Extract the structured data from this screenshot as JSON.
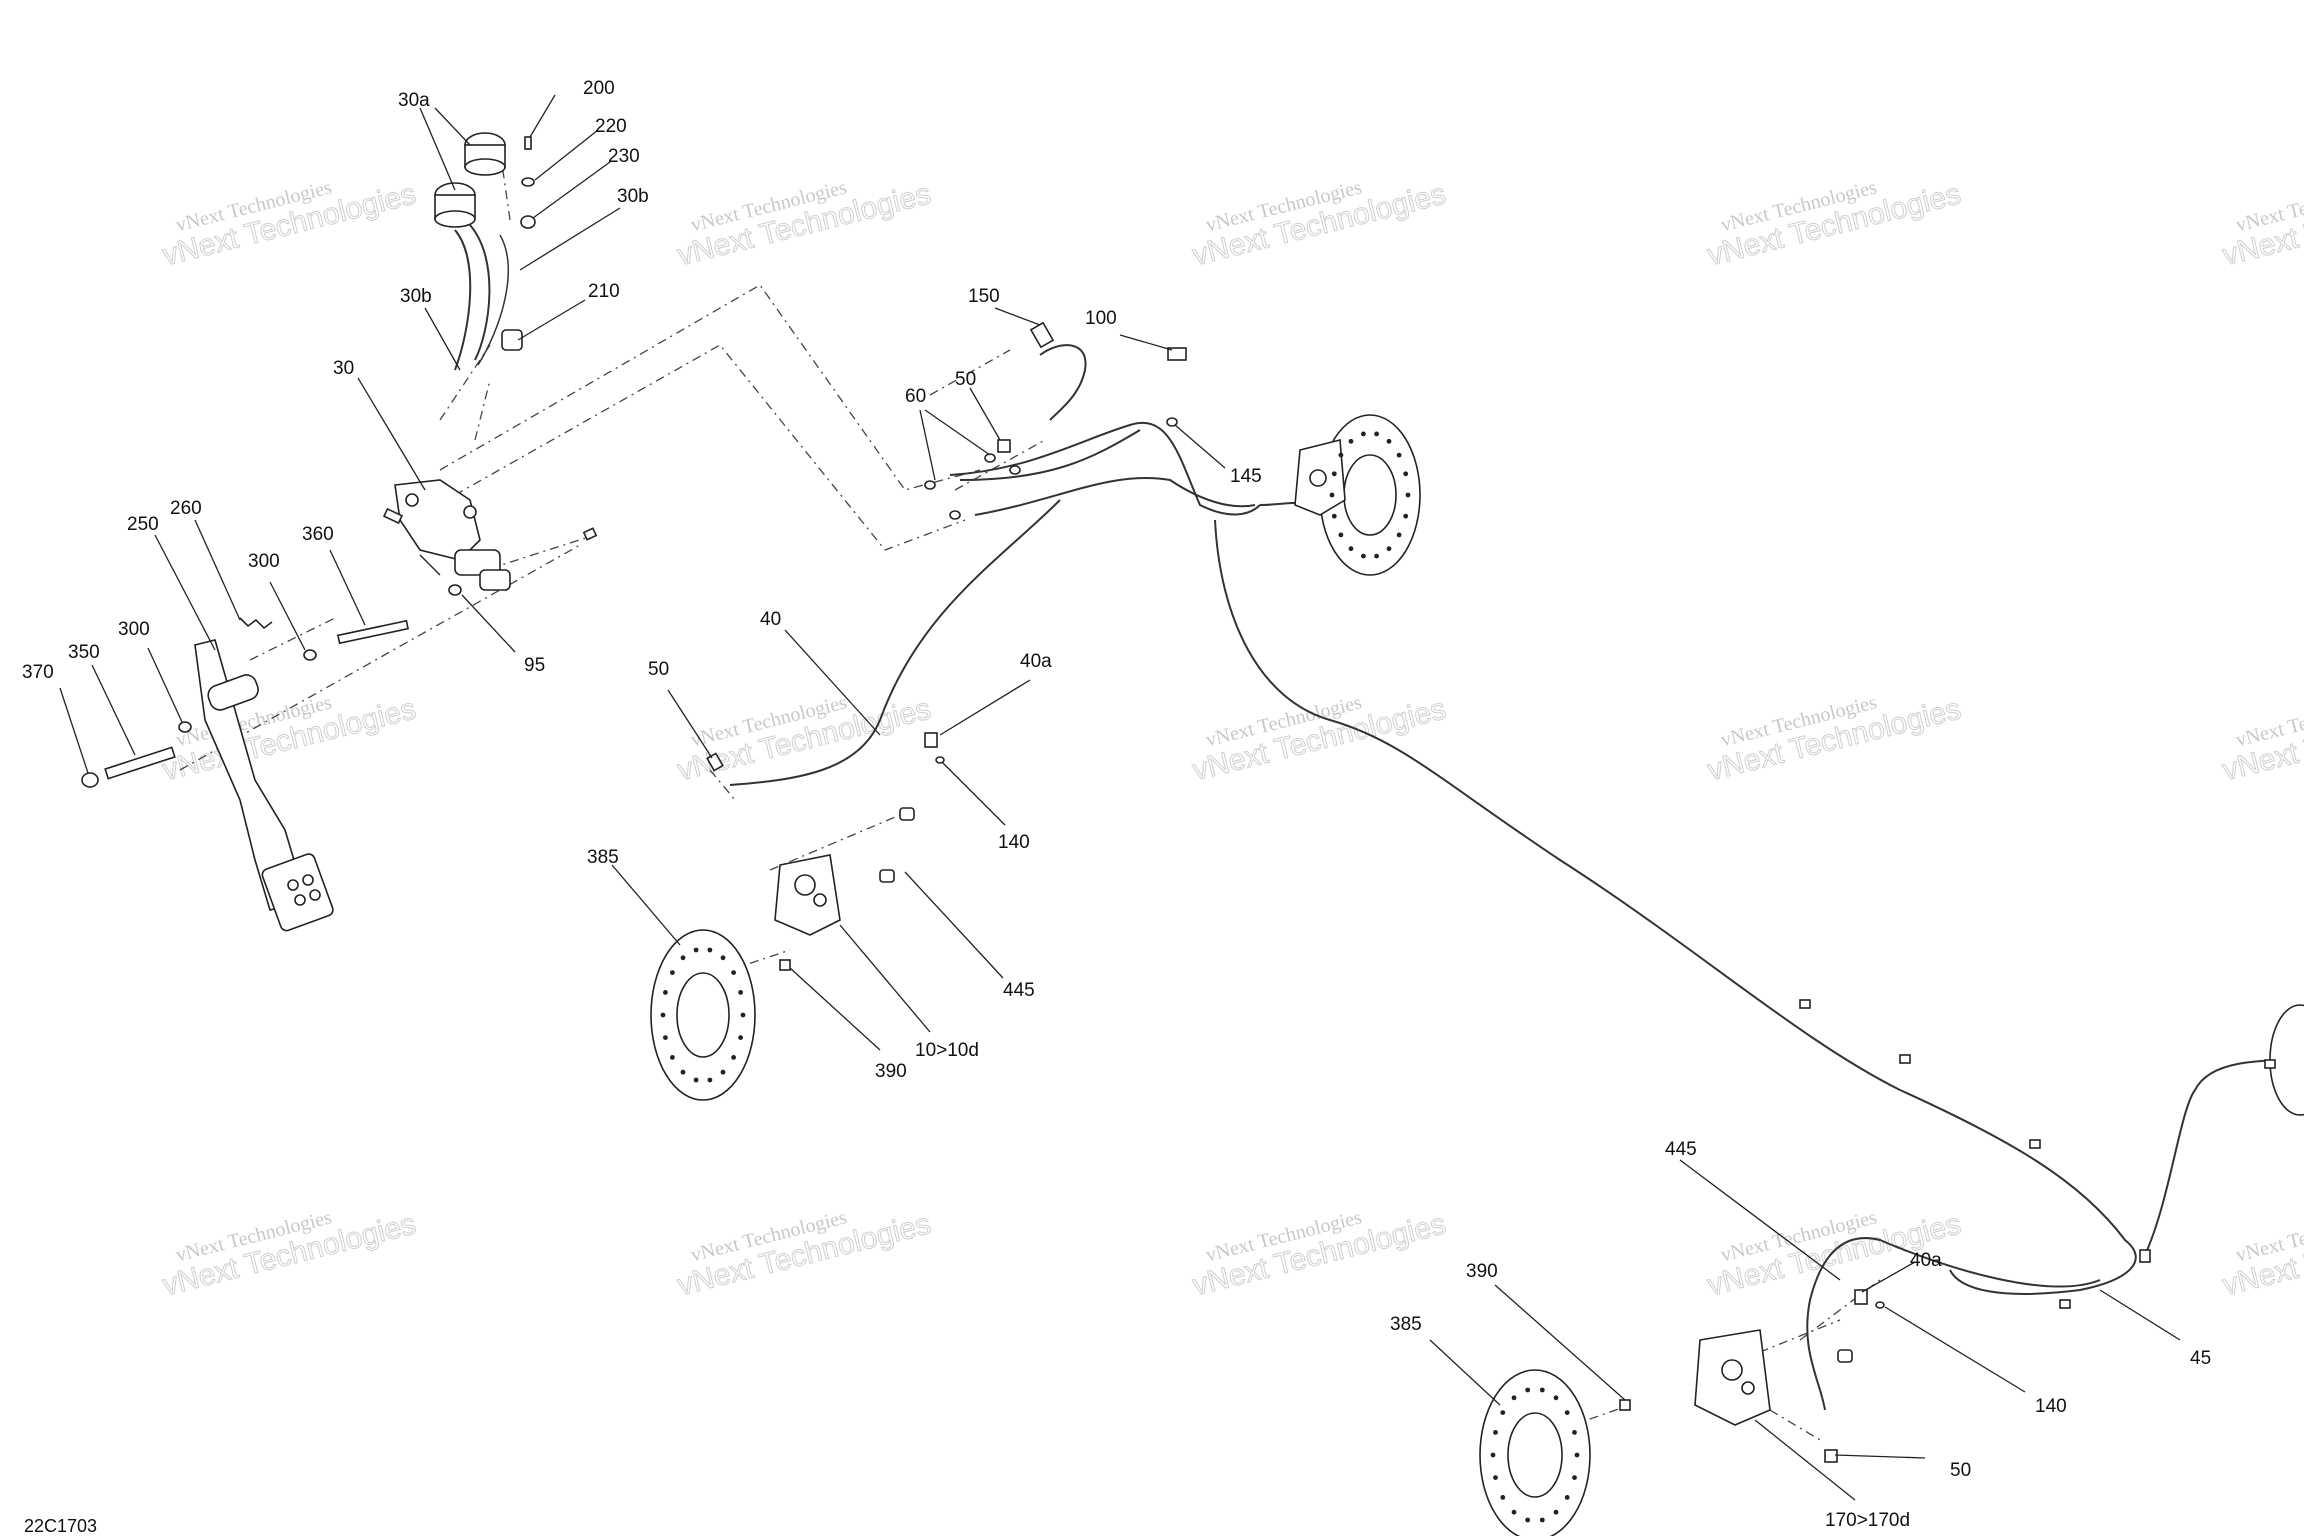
{
  "drawing_code": "22C1703",
  "watermark": {
    "line1": "vNext Technologies",
    "line2": "vNext Technologies"
  },
  "callouts": [
    {
      "id": "c200",
      "text": "200"
    },
    {
      "id": "c30a",
      "text": "30a"
    },
    {
      "id": "c220",
      "text": "220"
    },
    {
      "id": "c230",
      "text": "230"
    },
    {
      "id": "c30b_top",
      "text": "30b"
    },
    {
      "id": "c30b_left",
      "text": "30b"
    },
    {
      "id": "c210",
      "text": "210"
    },
    {
      "id": "c30",
      "text": "30"
    },
    {
      "id": "c260",
      "text": "260"
    },
    {
      "id": "c250",
      "text": "250"
    },
    {
      "id": "c360",
      "text": "360"
    },
    {
      "id": "c300_a",
      "text": "300"
    },
    {
      "id": "c300_b",
      "text": "300"
    },
    {
      "id": "c350",
      "text": "350"
    },
    {
      "id": "c370",
      "text": "370"
    },
    {
      "id": "c95",
      "text": "95"
    },
    {
      "id": "c150",
      "text": "150"
    },
    {
      "id": "c100",
      "text": "100"
    },
    {
      "id": "c60",
      "text": "60"
    },
    {
      "id": "c50_top",
      "text": "50"
    },
    {
      "id": "c145",
      "text": "145"
    },
    {
      "id": "c40",
      "text": "40"
    },
    {
      "id": "c40a_top",
      "text": "40a"
    },
    {
      "id": "c50_mid",
      "text": "50"
    },
    {
      "id": "c140_mid",
      "text": "140"
    },
    {
      "id": "c385_left",
      "text": "385"
    },
    {
      "id": "c445_mid",
      "text": "445"
    },
    {
      "id": "c10_10d",
      "text": "10>10d"
    },
    {
      "id": "c390_left",
      "text": "390"
    },
    {
      "id": "c445_bottom",
      "text": "445"
    },
    {
      "id": "c40a_bottom",
      "text": "40a"
    },
    {
      "id": "c390_bottom",
      "text": "390"
    },
    {
      "id": "c385_bottom",
      "text": "385"
    },
    {
      "id": "c45",
      "text": "45"
    },
    {
      "id": "c140_bottom",
      "text": "140"
    },
    {
      "id": "c50_bottom",
      "text": "50"
    },
    {
      "id": "c170_170d",
      "text": "170>170d"
    }
  ]
}
